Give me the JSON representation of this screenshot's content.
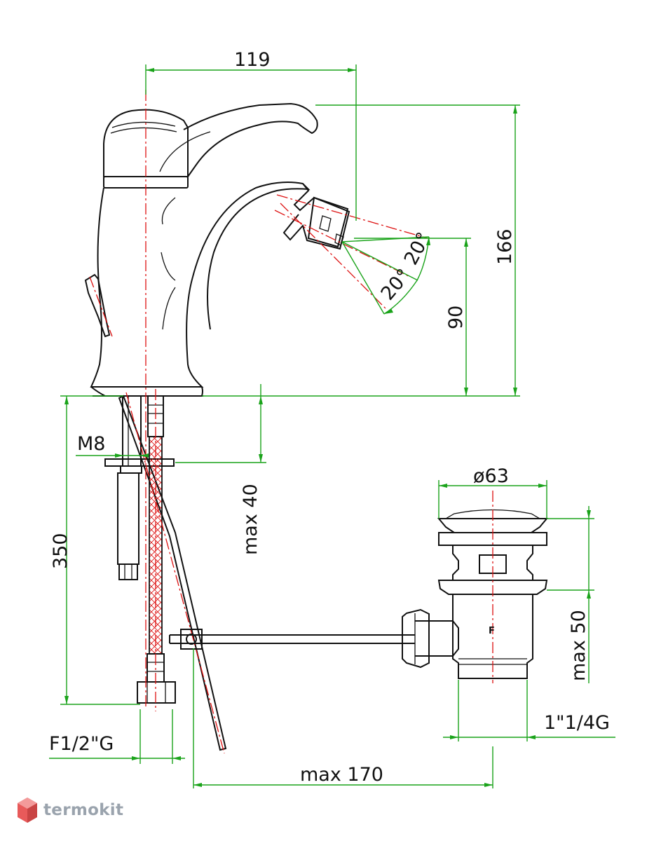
{
  "dimensions": {
    "spout_reach": "119",
    "total_height": "166",
    "outlet_height": "90",
    "angle_upper": "20°",
    "angle_lower": "20°",
    "thread_rod": "M8",
    "max_thickness": "max 40",
    "hose_length": "350",
    "waste_diameter": "ø63",
    "waste_max": "max 50",
    "waste_thread": "1\"1/4G",
    "inlet_thread": "F1/2\"G",
    "rod_max": "max 170"
  },
  "part_marks": {
    "waste_letter": "F"
  },
  "brand": {
    "name": "termokit"
  },
  "colors": {
    "outline": "#111111",
    "dimension": "#1aa31a",
    "axis": "#dd1111"
  }
}
